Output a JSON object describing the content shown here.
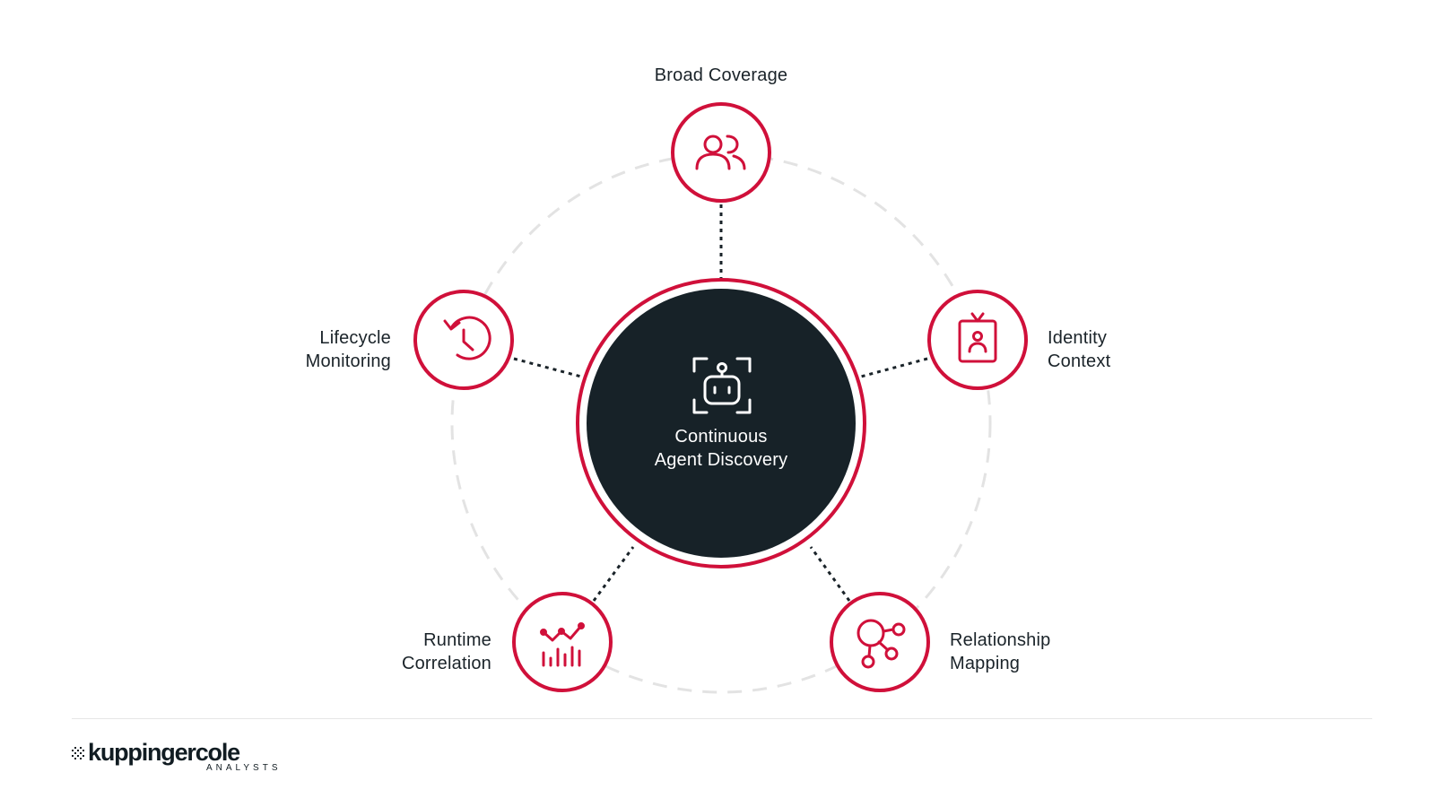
{
  "center": {
    "line1": "Continuous",
    "line2": "Agent Discovery",
    "icon": "robot-icon"
  },
  "nodes": {
    "broad_coverage": {
      "lines": [
        "Broad Coverage"
      ],
      "icon": "users-icon"
    },
    "identity_context": {
      "lines": [
        "Identity",
        "Context"
      ],
      "icon": "id-badge-icon"
    },
    "relationship_mapping": {
      "lines": [
        "Relationship",
        "Mapping"
      ],
      "icon": "network-nodes-icon"
    },
    "runtime_correlation": {
      "lines": [
        "Runtime",
        "Correlation"
      ],
      "icon": "analytics-chart-icon"
    },
    "lifecycle_monitoring": {
      "lines": [
        "Lifecycle",
        "Monitoring"
      ],
      "icon": "history-clock-icon"
    }
  },
  "footer": {
    "logo_main": "kuppingercole",
    "logo_sub": "ANALYSTS"
  },
  "colors": {
    "accent": "#d0103a",
    "center_fill": "#172228",
    "ring_dashed": "#e3e3e3",
    "connector": "#1a2329"
  }
}
